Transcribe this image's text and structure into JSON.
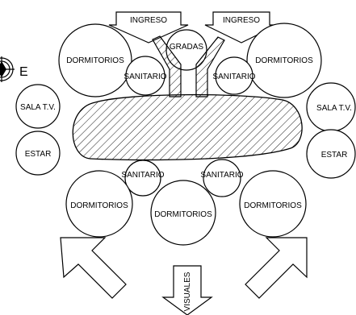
{
  "arrows": {
    "ingreso_left": "INGRESO",
    "ingreso_right": "INGRESO",
    "visuales": "VISUALES"
  },
  "spaces": {
    "dormitorios_top_left": "DORMITORIOS",
    "dormitorios_top_right": "DORMITORIOS",
    "gradas": "GRADAS",
    "sanitario_top_left": "SANITARIO",
    "sanitario_top_right": "SANITARIO",
    "sala_tv_left": "SALA T.V.",
    "sala_tv_right": "SALA T.V.",
    "estar_left": "ESTAR",
    "estar_right": "ESTAR",
    "sanitario_bottom_left": "SANITARIO",
    "sanitario_bottom_right": "SANITARIO",
    "dormitorios_bottom_left": "DORMITORIOS",
    "dormitorios_bottom_center": "DORMITORIOS",
    "dormitorios_bottom_right": "DORMITORIOS"
  },
  "compass": {
    "label": "E",
    "icon": "compass-icon"
  }
}
